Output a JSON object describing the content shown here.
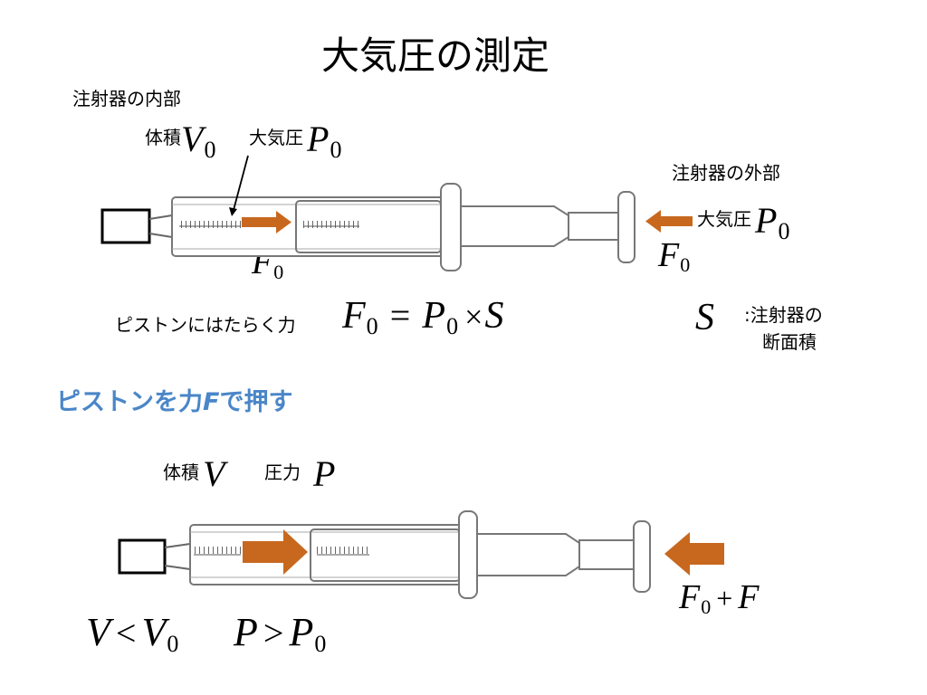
{
  "title": "大気圧の測定",
  "top": {
    "inside_label": "注射器の内部",
    "volume_label": "体積",
    "volume_symbol": "V",
    "volume_sub": "0",
    "pressure_label": "大気圧",
    "pressure_symbol": "P",
    "pressure_sub": "0",
    "outside_label": "注射器の外部",
    "outside_pressure_label": "大気圧",
    "outside_pressure_symbol": "P",
    "outside_pressure_sub": "0",
    "force_left_symbol": "F",
    "force_left_sub": "0",
    "force_right_symbol": "F",
    "force_right_sub": "0",
    "equation_label": "ピストンにはたらく力",
    "eq_F": "F",
    "eq_F_sub": "0",
    "eq_equals": "=",
    "eq_P": "P",
    "eq_P_sub": "0",
    "eq_times": "×",
    "eq_S": "S",
    "S_symbol": "S",
    "S_desc_line1": ":注射器の",
    "S_desc_line2": "断面積"
  },
  "subheading": {
    "text_before": "ピストンを力",
    "F": "F",
    "text_after": "で押す",
    "color": "#4a86c8"
  },
  "bottom": {
    "volume_label": "体積",
    "volume_symbol": "V",
    "pressure_label": "圧力",
    "pressure_symbol": "P",
    "force_symbol": "F",
    "force_sub": "0",
    "force_plus": "+",
    "force_F": "F",
    "ineq1_V": "V",
    "ineq1_lt": "<",
    "ineq1_V0": "V",
    "ineq1_V0_sub": "0",
    "ineq2_P": "P",
    "ineq2_gt": ">",
    "ineq2_P0": "P",
    "ineq2_P0_sub": "0"
  },
  "colors": {
    "arrow": "#c8681e",
    "syringe": "#7a7a7a",
    "block": "#000000"
  }
}
